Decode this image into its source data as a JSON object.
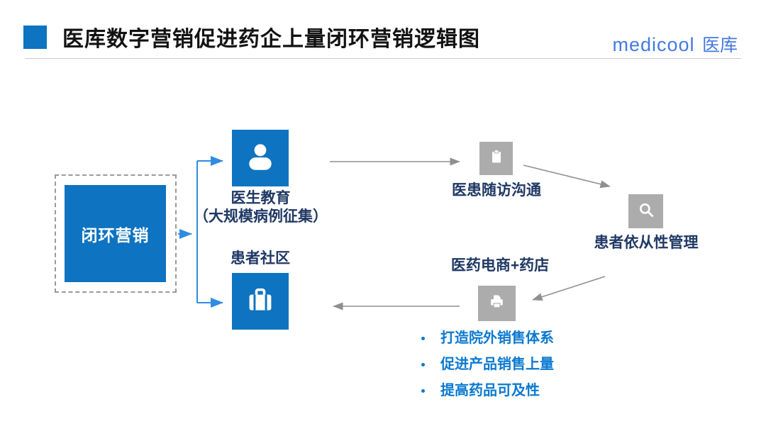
{
  "colors": {
    "primary_blue": "#0E73C0",
    "connector_blue": "#2F8CE0",
    "gray_box": "#ACACAC",
    "arrow_gray": "#8F8F8F",
    "label_navy": "#1F3864",
    "bullet_blue": "#0B79D0",
    "logo_blue": "#4379E2",
    "title_text": "#121212",
    "divider_gray": "#C9C9C9",
    "dashed_border": "#9A9A9A"
  },
  "header": {
    "title": "医库数字营销促进药企上量闭环营销逻辑图",
    "logo_text": "medicool",
    "logo_suffix": "医库"
  },
  "diagram": {
    "root": {
      "label": "闭环营销"
    },
    "nodes": {
      "doctor_education": {
        "label": "医生教育",
        "sublabel": "（大规模病例征集）",
        "icon": "person-icon"
      },
      "patient_community": {
        "label": "患者社区",
        "icon": "briefcase-icon"
      },
      "followup": {
        "label": "医患随访沟通",
        "icon": "clipboard-icon"
      },
      "compliance": {
        "label": "患者依从性管理",
        "icon": "search-icon"
      },
      "ecommerce": {
        "label": "医药电商+药店",
        "icon": "printer-icon"
      }
    },
    "bullets": [
      "打造院外销售体系",
      "促进产品销售上量",
      "提高药品可及性"
    ]
  }
}
